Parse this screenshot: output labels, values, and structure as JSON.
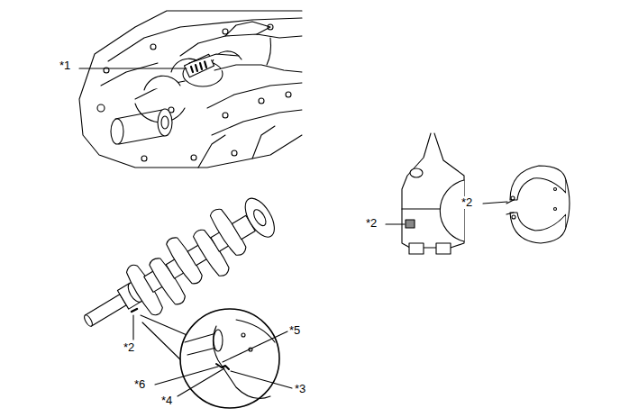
{
  "diagram": {
    "labels": [
      "*1",
      "*2",
      "*2",
      "*5",
      "*2",
      "*6",
      "*3",
      "*4"
    ]
  }
}
